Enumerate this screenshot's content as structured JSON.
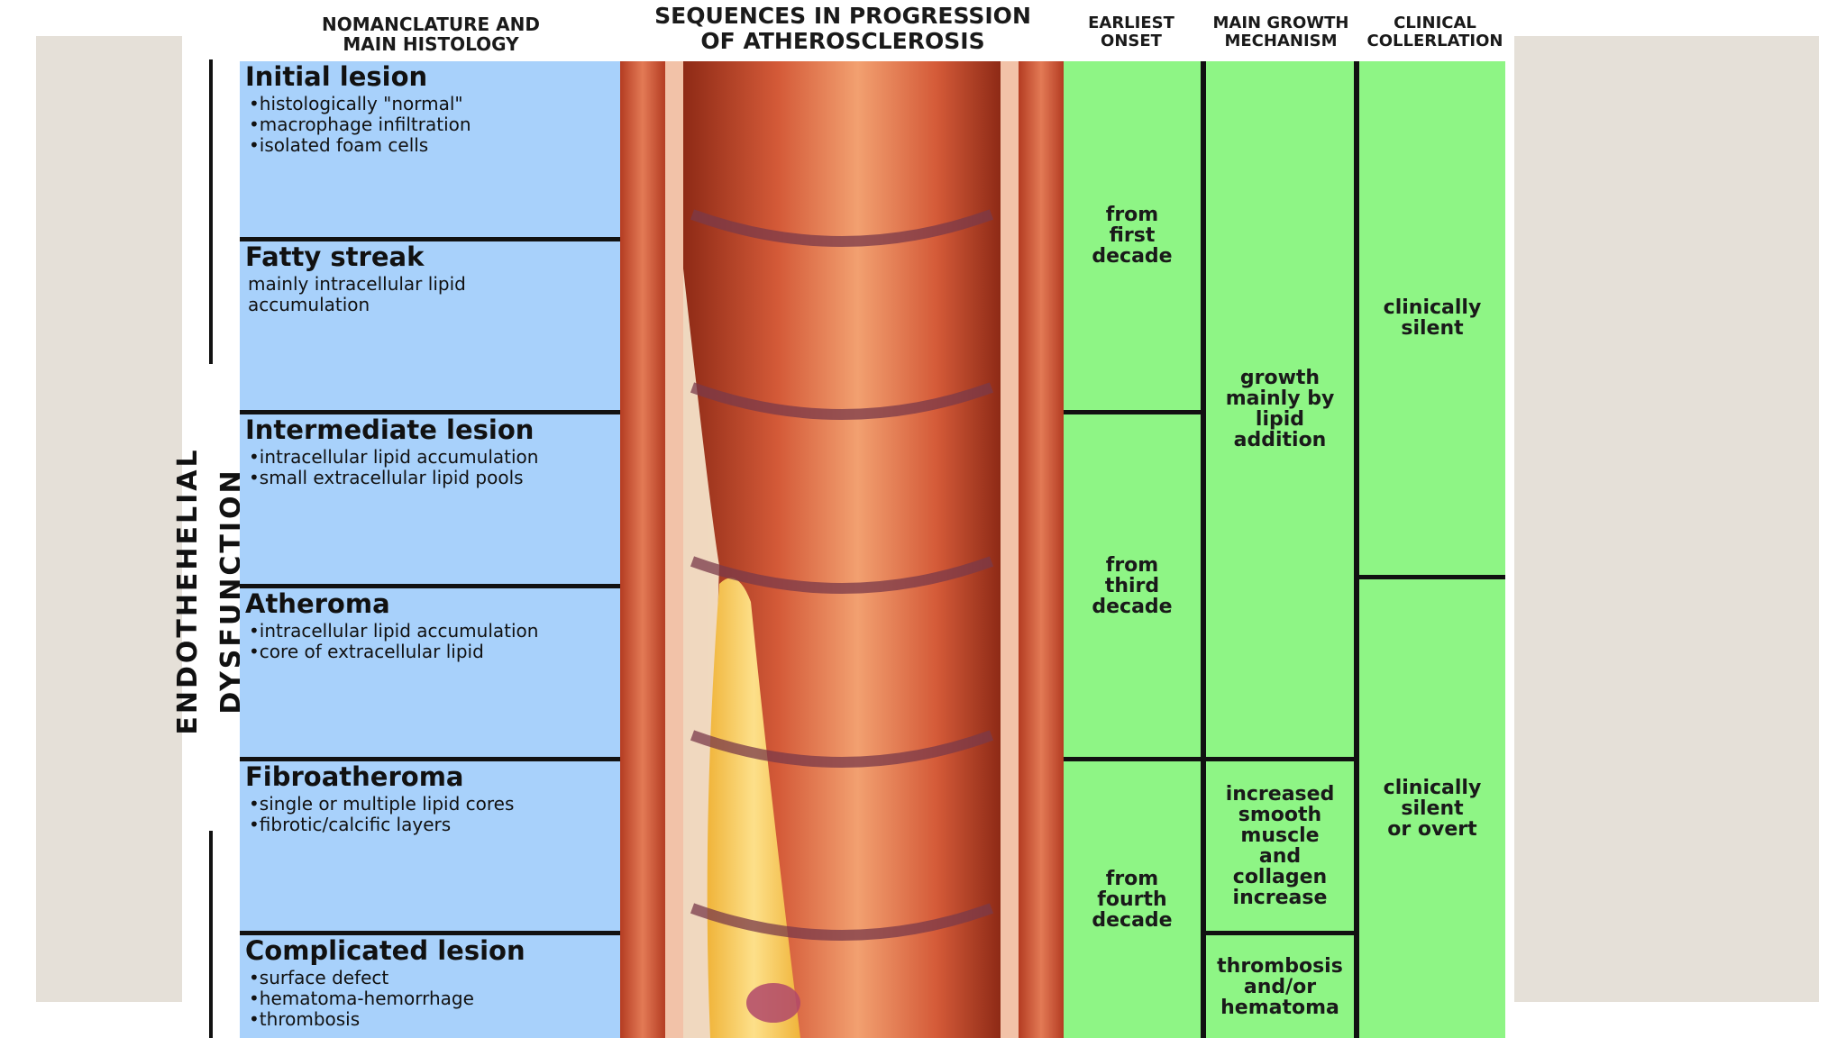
{
  "headers": {
    "nomenclature": "NOMANCLATURE AND\nMAIN HISTOLOGY",
    "sequences": "SEQUENCES IN PROGRESSION\nOF ATHEROSCLEROSIS",
    "earliest_onset": "EARLIEST\nONSET",
    "growth_mechanism": "MAIN GROWTH\nMECHANISM",
    "clinical": "CLINICAL\nCOLLERLATION"
  },
  "side_label": "ENDOTHEHELIAL DYSFUNCTION",
  "stages": [
    {
      "title": "Initial lesion",
      "items": [
        "histologically \"normal\"",
        "macrophage infiltration",
        "isolated foam cells"
      ]
    },
    {
      "title": "Fatty streak",
      "description": "mainly intracellular lipid\naccumulation"
    },
    {
      "title": "Intermediate lesion",
      "items": [
        "intracellular lipid accumulation",
        "small extracellular lipid pools"
      ]
    },
    {
      "title": "Atheroma",
      "items": [
        "intracellular lipid accumulation",
        "core of extracellular lipid"
      ]
    },
    {
      "title": "Fibroatheroma",
      "items": [
        "single or multiple lipid cores",
        "fibrotic/calcific layers"
      ]
    },
    {
      "title": "Complicated lesion",
      "items": [
        "surface defect",
        "hematoma-hemorrhage",
        "thrombosis"
      ]
    }
  ],
  "onset": [
    {
      "text": "from\nfirst\ndecade"
    },
    {
      "text": "from\nthird\ndecade"
    },
    {
      "text": "from\nfourth\ndecade"
    }
  ],
  "growth": [
    {
      "text": "growth\nmainly by\nlipid\naddition"
    },
    {
      "text": "increased\nsmooth\nmuscle\nand\ncollagen\nincrease"
    },
    {
      "text": "thrombosis\nand/or\nhematoma"
    }
  ],
  "clinical": [
    {
      "text": "clinically\nsilent"
    },
    {
      "text": "clinically\nsilent\nor overt"
    }
  ],
  "colors": {
    "nomenclature_bg": "#a8d1fb",
    "green_bg": "#8ef585",
    "side_panel": "#e5e0d8",
    "artery_red": "#d85a3c",
    "lipid_yellow": "#f5c04a"
  }
}
